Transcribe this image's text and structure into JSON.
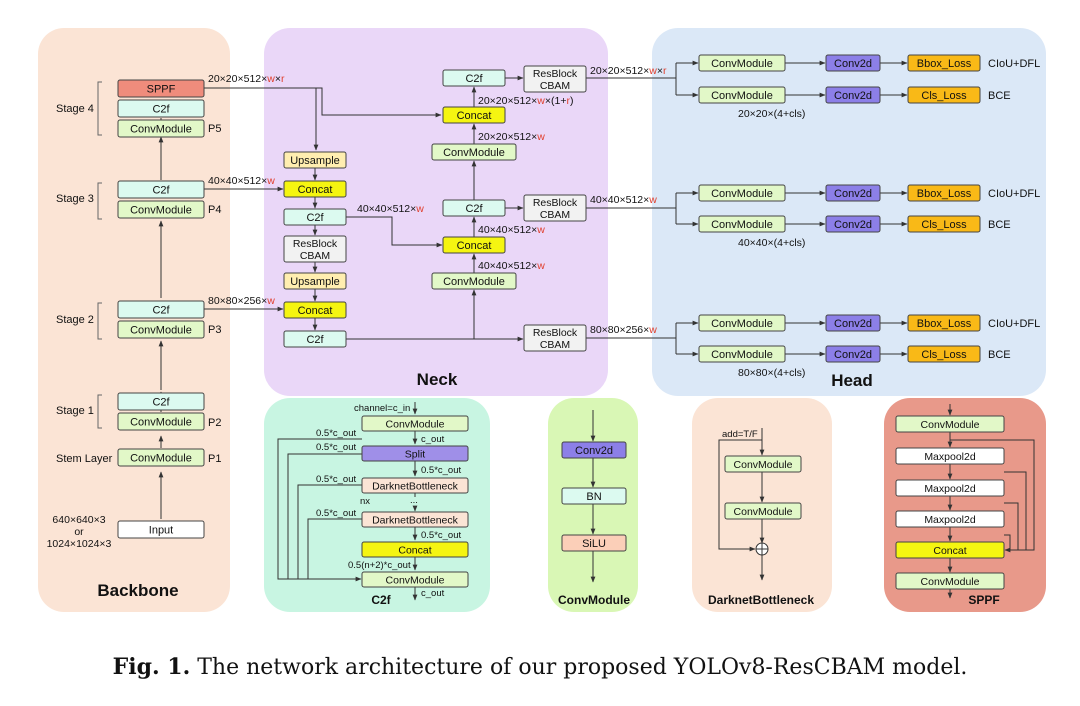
{
  "caption": {
    "fig_label": "Fig. 1.",
    "text": " The network architecture of our proposed YOLOv8-ResCBAM model."
  },
  "colors": {
    "backbone_panel": "#fbe4d5",
    "neck_panel": "#ead7f8",
    "head_panel": "#dbe8f7",
    "c2f_panel": "#c8f5e2",
    "convmodule_panel": "#d9f7b5",
    "darknet_panel": "#fbe4d5",
    "sppf_panel": "#e8998a",
    "c2f_block": "#dcfaf0",
    "convmodule_block": "#e2f8c8",
    "sppf_block": "#ef8c7c",
    "concat_block": "#f5f511",
    "upsample_block": "#ffeeb0",
    "conv2d_block": "#8c7fe8",
    "loss_block": "#f9b917",
    "resblock_block": "#f2f2f2",
    "split_block": "#9f8fe8",
    "bottleneck_block": "#fbe4d5",
    "bn_block": "#dcfaf0",
    "silu_block": "#fbcfb8",
    "input_block": "#ffffff",
    "red_accent": "#e0402f"
  },
  "panels": {
    "backbone": "Backbone",
    "neck": "Neck",
    "head": "Head",
    "c2f": "C2f",
    "convmodule": "ConvModule",
    "darknet": "DarknetBottleneck",
    "sppf": "SPPF"
  },
  "backbone": {
    "stage_labels": [
      "Stage 4",
      "Stage 3",
      "Stage 2",
      "Stage 1",
      "Stem Layer"
    ],
    "p_labels": [
      "P5",
      "P4",
      "P3",
      "P2",
      "P1"
    ],
    "sppf": "SPPF",
    "c2f": "C2f",
    "conv": "ConvModule",
    "input": "Input",
    "input_size_1": "640×640×3",
    "input_or": "or",
    "input_size_2": "1024×1024×3"
  },
  "neck": {
    "upsample": "Upsample",
    "concat": "Concat",
    "c2f": "C2f",
    "conv": "ConvModule",
    "resblock_1": "ResBlock",
    "resblock_2": "CBAM",
    "dim_20": "20×20×512×",
    "dim_40": "40×40×512×",
    "dim_80": "80×80×256×",
    "w": "w",
    "r": "r",
    "times": "×",
    "one_plus_pre": "×(1+",
    "one_plus_post": ")"
  },
  "head": {
    "conv": "ConvModule",
    "conv2d": "Conv2d",
    "bbox_loss": "Bbox_Loss",
    "cls_loss": "Cls_Loss",
    "ciou": "CIoU+DFL",
    "bce": "BCE",
    "dim_20": "20×20×(4+cls)",
    "dim_40": "40×40×(4+cls)",
    "dim_80": "80×80×(4+cls)"
  },
  "c2f_detail": {
    "channel": "channel=c_in",
    "conv": "ConvModule",
    "c_out": "c_out",
    "split": "Split",
    "half": "0.5*c_out",
    "bottleneck": "DarknetBottleneck",
    "nx": "nx",
    "dots": "...",
    "concat": "Concat",
    "n2": "0.5(n+2)*c_out"
  },
  "convmodule_detail": {
    "conv2d": "Conv2d",
    "bn": "BN",
    "silu": "SiLU"
  },
  "darknet_detail": {
    "add": "add=T/F",
    "conv": "ConvModule"
  },
  "sppf_detail": {
    "conv": "ConvModule",
    "maxpool": "Maxpool2d",
    "concat": "Concat"
  }
}
